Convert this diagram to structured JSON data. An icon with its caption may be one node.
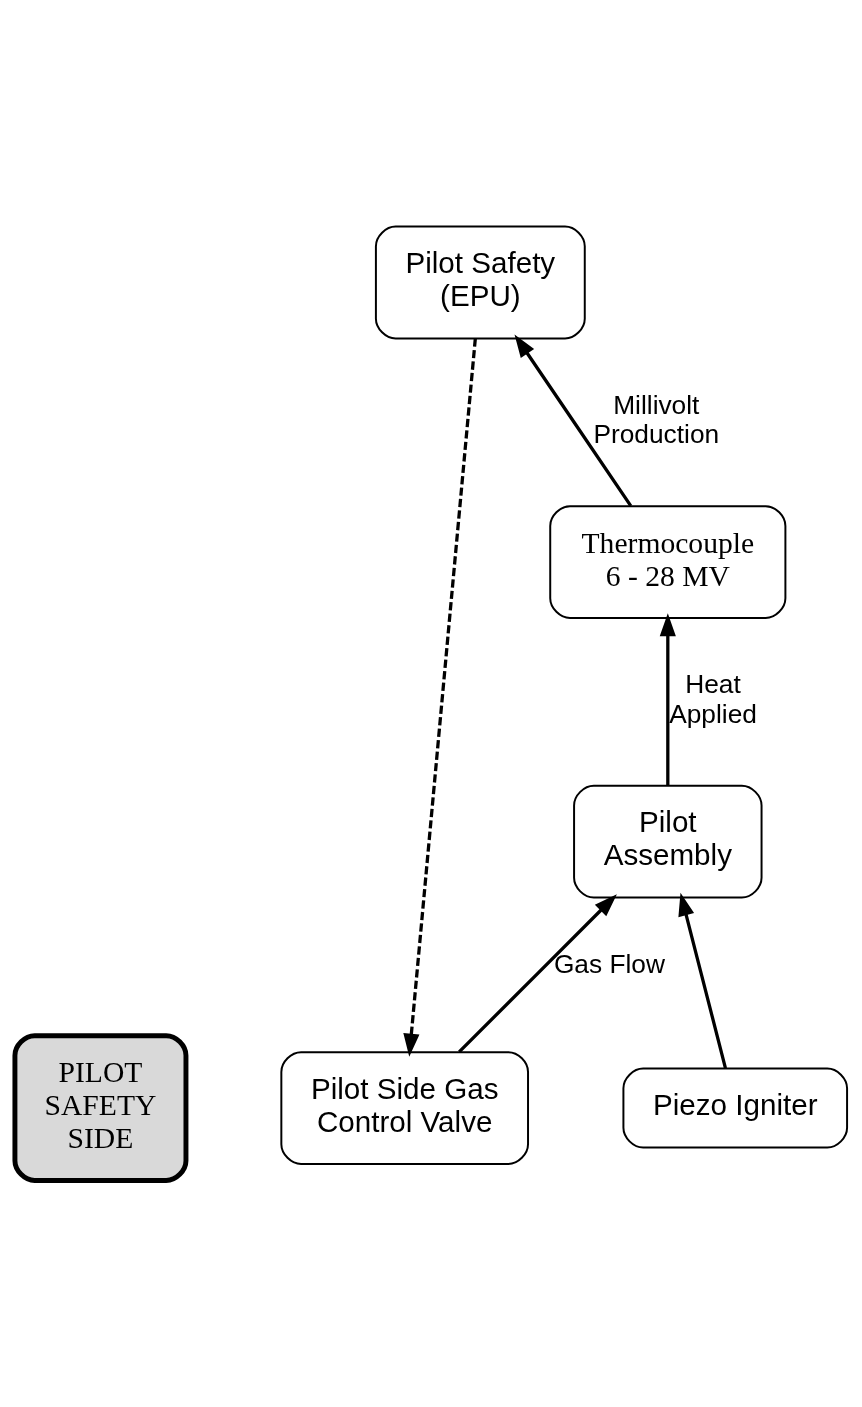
{
  "diagram": {
    "nodes": [
      {
        "text": [
          "PILOT SAFETY SIDE"
        ]
      },
      {
        "text": [
          "Pilot Side Gas Control Valve"
        ]
      },
      {
        "text": [
          "Pilot Safety (EPU)"
        ]
      },
      {
        "text": [
          "Thermocouple 6 - 28 MV"
        ]
      },
      {
        "text": [
          "Pilot Assembly"
        ]
      },
      {
        "text": [
          "Piezo Igniter"
        ]
      }
    ],
    "edges": [
      {
        "from": 2,
        "to": 1,
        "arrow": "to",
        "style": "dashed"
      },
      {
        "from": 1,
        "to": 4,
        "arrow": "to",
        "label": "Gas Flow"
      },
      {
        "from": 3,
        "to": 2,
        "arrow": "to",
        "label": "Millivolt Production"
      },
      {
        "from": 4,
        "to": 3,
        "arrow": "to",
        "label": "Heat Applied"
      },
      {
        "from": 5,
        "to": 4,
        "arrow": "to"
      }
    ]
  }
}
